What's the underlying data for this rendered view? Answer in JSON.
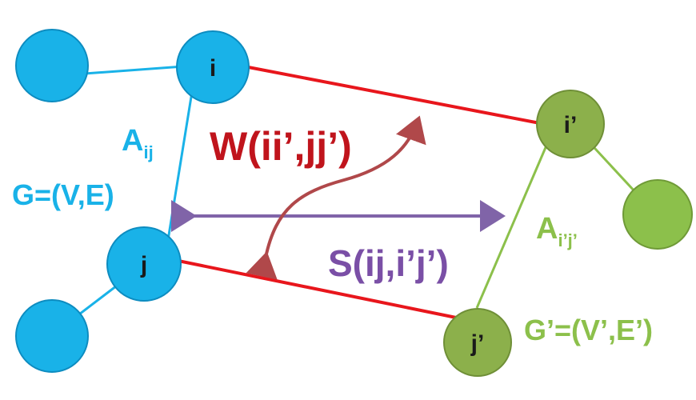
{
  "graph_g": {
    "label": "G=(V,E)",
    "edge_label_main": "A",
    "edge_label_sub": "ij",
    "color": "#19b2e8",
    "nodes": {
      "i": "i",
      "j": "j"
    }
  },
  "graph_g2": {
    "label": "G’=(V’,E’)",
    "edge_label_main": "A",
    "edge_label_sub": "i’j’",
    "color": "#8cc04b",
    "nodes": {
      "i": "i’",
      "j": "j’"
    }
  },
  "relations": {
    "w_label": "W(ii’,jj’)",
    "s_label": "S(ij,i’j’)",
    "match_color": "#e8161c",
    "w_color": "#c0141c",
    "s_color": "#7a4fa6"
  }
}
